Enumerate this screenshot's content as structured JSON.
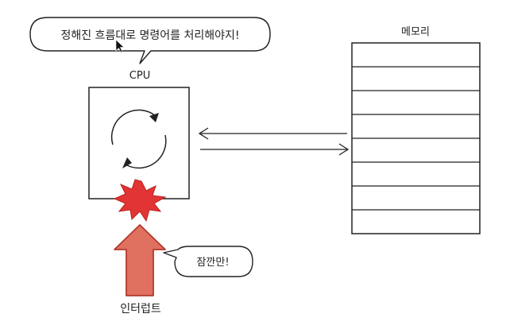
{
  "speech_top": {
    "text": "정해진 흐름대로 명령어를 처리해야지!"
  },
  "cpu": {
    "label": "CPU"
  },
  "memory": {
    "label": "메모리",
    "cells": 8
  },
  "interrupt": {
    "label": "인터럽트",
    "speech": "잠깐만!"
  },
  "colors": {
    "ink": "#222222",
    "arrow_fill": "#E07060",
    "arrow_stroke": "#B23A2E",
    "burst": "#E23434"
  }
}
